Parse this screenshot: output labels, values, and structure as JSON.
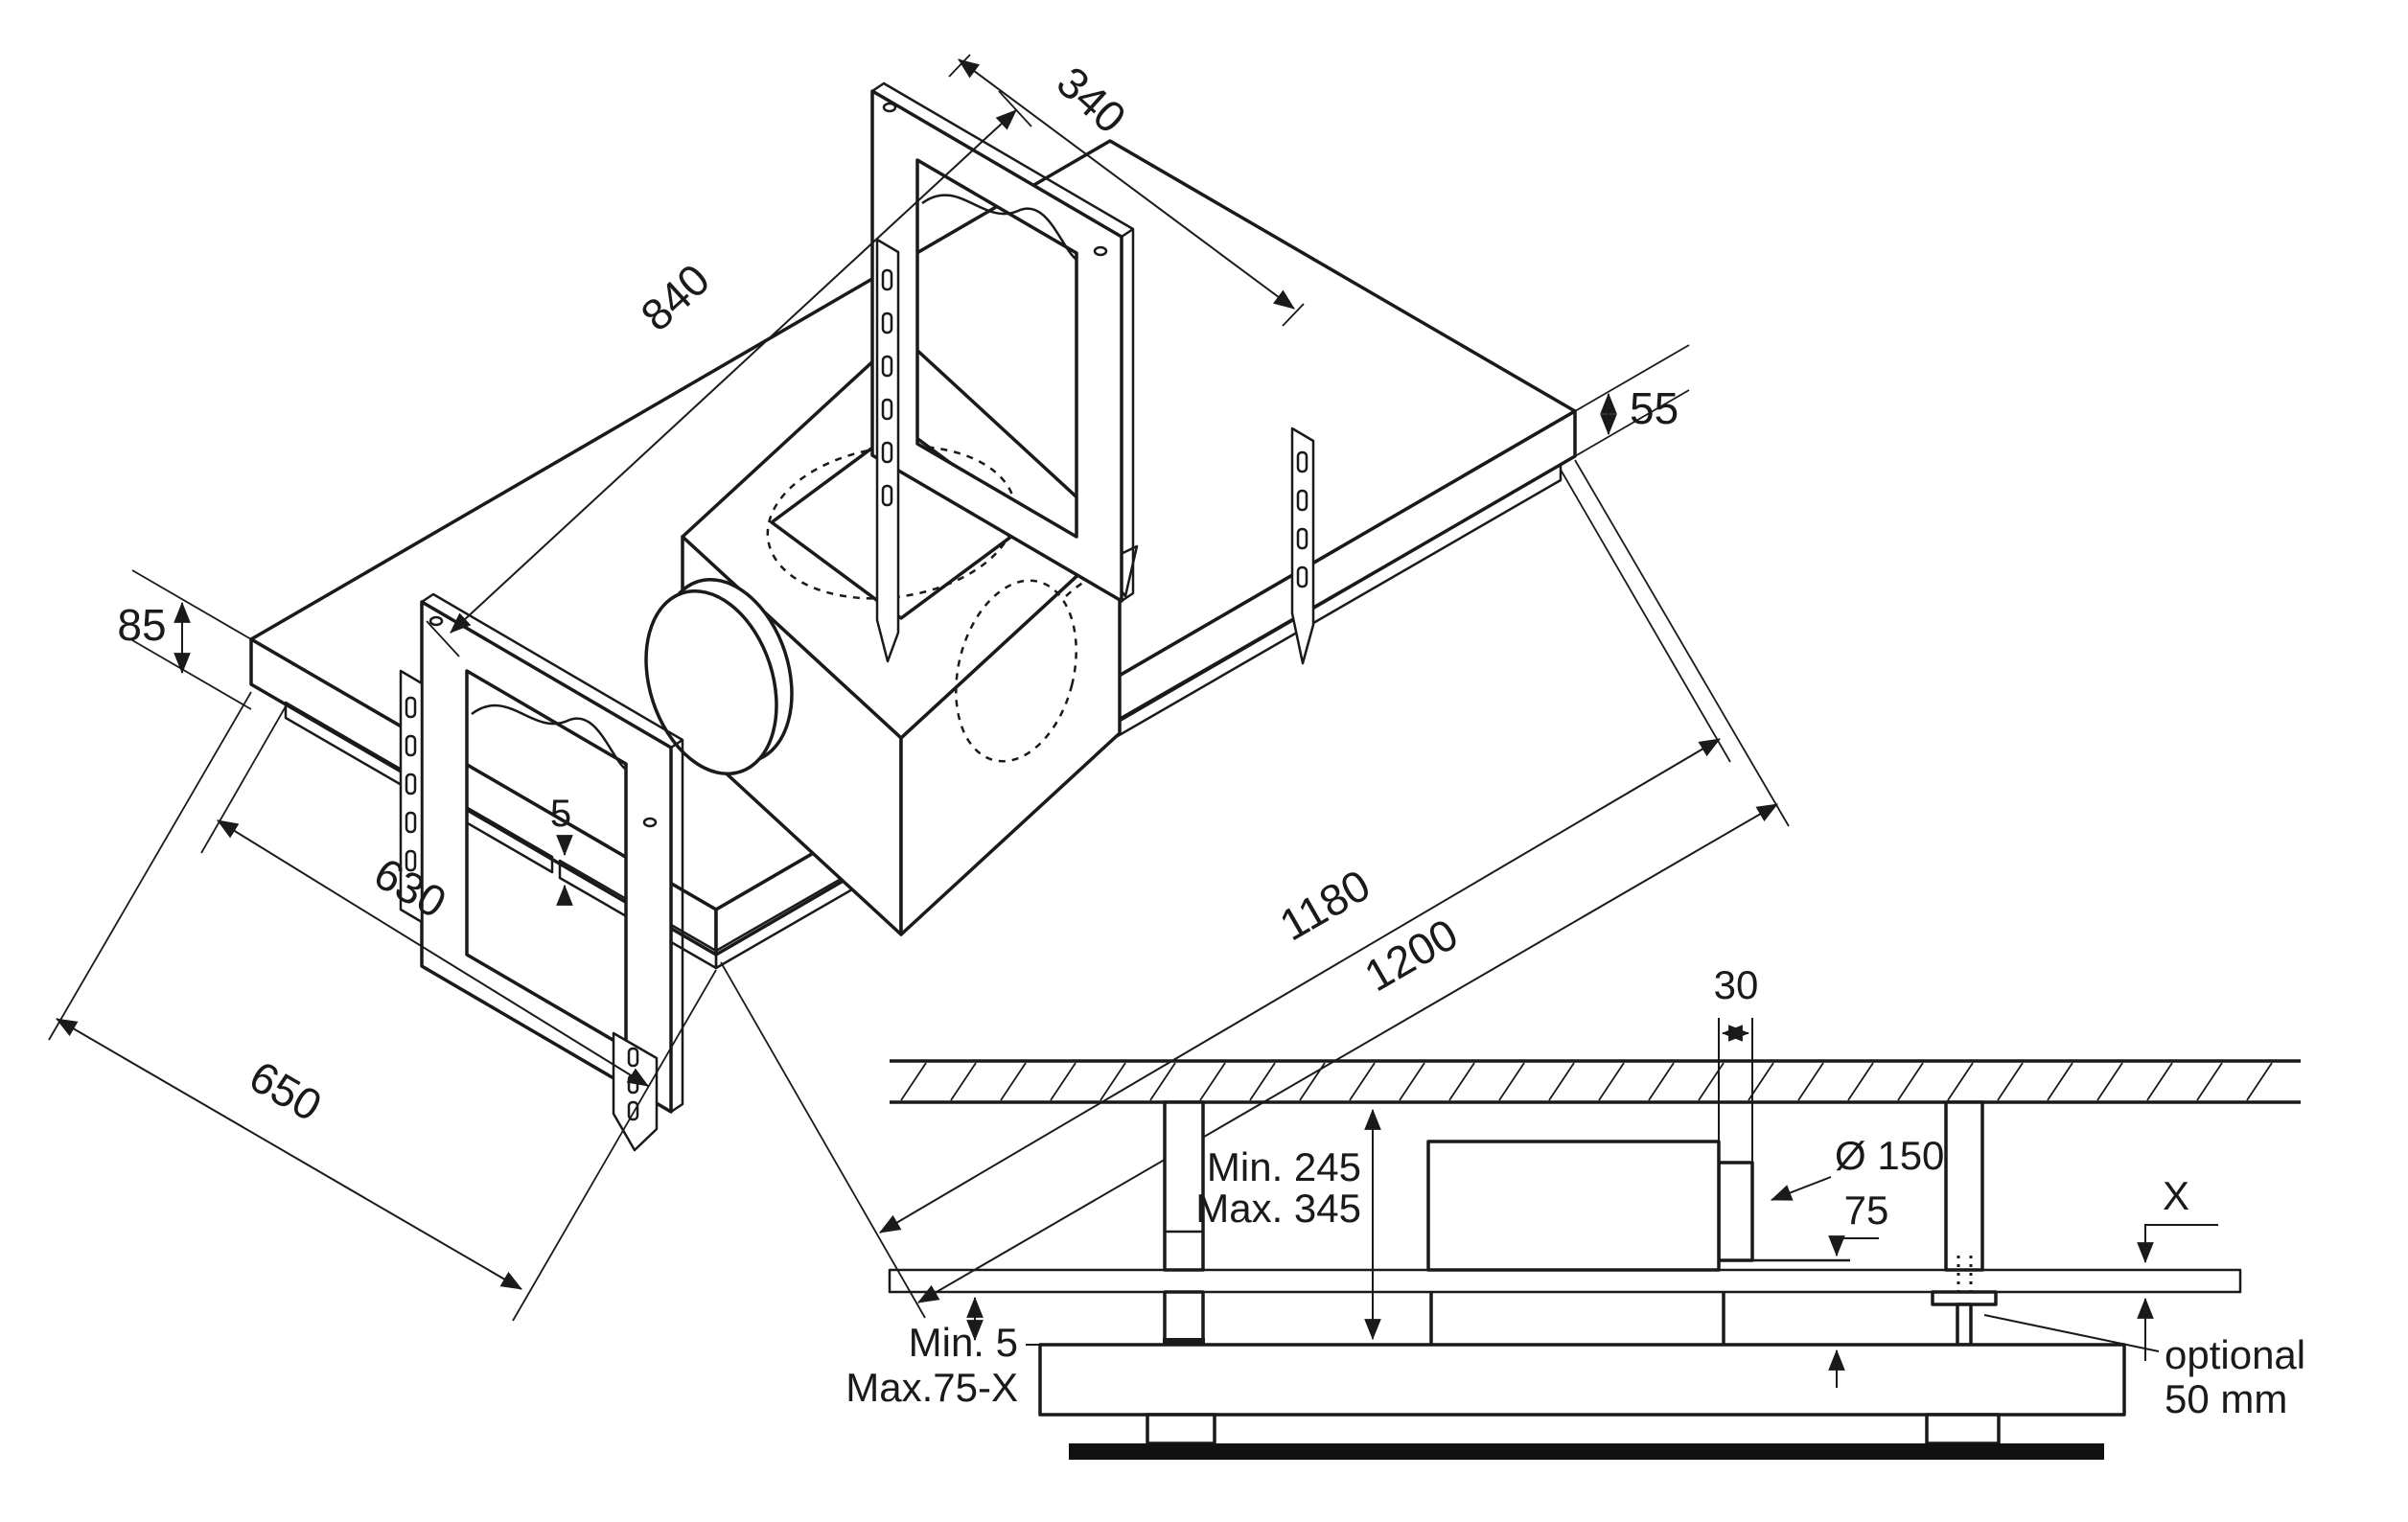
{
  "title": "ceiling-extractor-installation-diagram",
  "isometric": {
    "dims": {
      "d840": "840",
      "d340": "340",
      "d55": "55",
      "d85": "85",
      "d650": "650",
      "d630": "630",
      "d5": "5",
      "d1180": "1180",
      "d1200": "1200"
    }
  },
  "section": {
    "dims": {
      "d30": "30",
      "d150": "Ø 150",
      "d75": "75",
      "dX": "X",
      "min245": "Min. 245",
      "max345": "Max. 345",
      "min5": "Min. 5",
      "max75x": "Max.75-X",
      "opt1": "optional",
      "opt2": "50 mm"
    }
  },
  "colors": {
    "line": "#1a1a1a",
    "panel": "#d9d4c9",
    "gasket": "#a3a39d",
    "base": "#111111"
  }
}
